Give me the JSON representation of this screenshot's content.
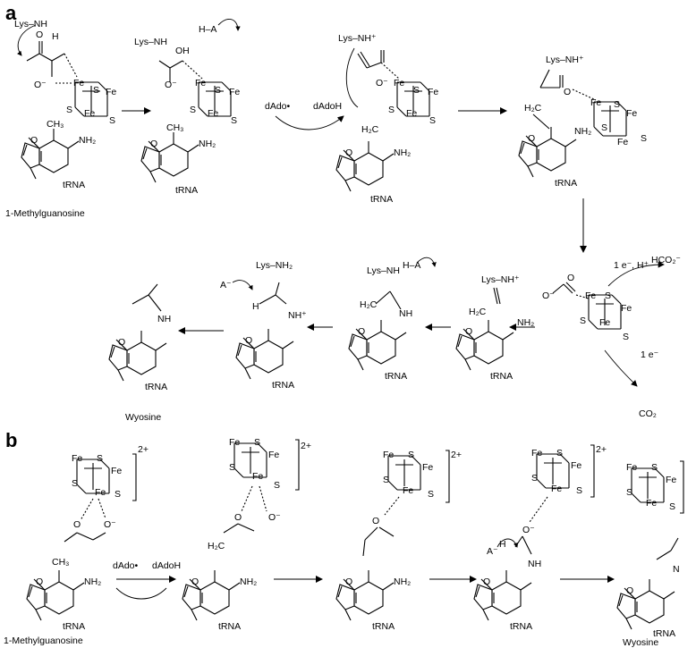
{
  "panels": {
    "a": "a",
    "b": "b"
  },
  "labels": {
    "lys_nh": "Lys–NH",
    "lys_nh_plus": "Lys–NH⁺",
    "lys_nh2": "Lys–NH₂",
    "h": "H",
    "oh": "OH",
    "ha": "H–A",
    "a_minus": "A⁻",
    "fe": "Fe",
    "s": "S",
    "ch3": "CH₃",
    "nh2": "NH₂",
    "nh": "NH",
    "nh_plus": "NH⁺",
    "n": "N",
    "o": "O",
    "o_minus": "O⁻",
    "h2c": "H₂C",
    "trna": "tRNA",
    "dado_radical": "dAdo•",
    "dadoh": "dAdoH",
    "methylguanosine": "1-Methylguanosine",
    "wyosine": "Wyosine",
    "charge_2plus": "2+",
    "one_e_h": "1 e⁻, H⁺",
    "hco2": "HCO₂⁻",
    "one_e": "1 e⁻",
    "co2": "CO₂"
  }
}
